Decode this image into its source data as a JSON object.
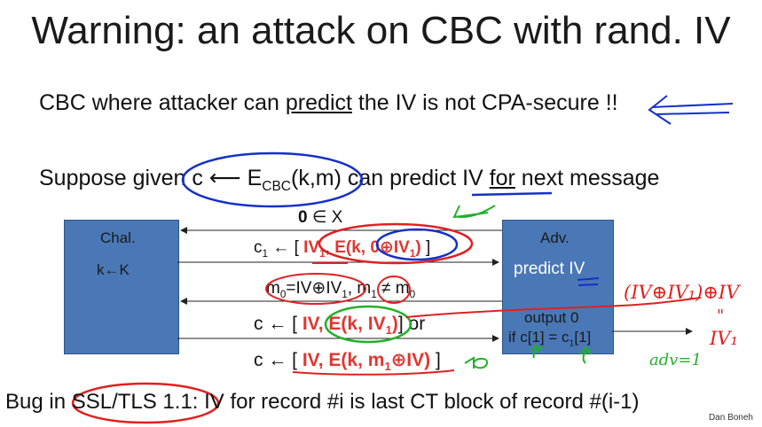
{
  "title": "Warning:   an attack on CBC with rand. IV",
  "line1": {
    "pre": "CBC where attacker can ",
    "underlined": "predict",
    "post": " the IV is not CPA-secure !!"
  },
  "line2": {
    "pre": "Suppose  given  c ⟵ E",
    "sub": "CBC",
    "mid": "(k,m)  can predict IV ",
    "underlined": "for",
    "post": " next message"
  },
  "challenger": {
    "label": "Chal.",
    "key": "k←K"
  },
  "adversary": {
    "label": "Adv.",
    "predict": "predict IV",
    "output": "output 0",
    "condition_pre": "if c[1] = c",
    "condition_sub": "1",
    "condition_post": "[1]"
  },
  "msg1": {
    "bold": "0",
    "rest": " ∈ X"
  },
  "msg2": {
    "pre": "c",
    "sub": "1",
    "mid": " ← [ ",
    "iv": "IV",
    "iv_sub": "1",
    "comma": ", ",
    "enc": "E(k, 0⊕IV",
    "enc_sub": "1",
    "close_red": ")",
    "close": " ]"
  },
  "msg3": {
    "pre": "m",
    "sub0": "0",
    "mid": "=IV⊕IV",
    "sub1": "1",
    "sep": ",  m",
    "sub2": "1",
    "post": " ≠ m",
    "sub3": "0"
  },
  "msg4": {
    "pre": "c ← [ ",
    "iv": "IV,  E(k, IV",
    "iv_sub": "1",
    "close_red": ")",
    "close": "]   or"
  },
  "msg5": {
    "pre": "c ← [ ",
    "red": "IV,  E(k, m",
    "red_sub": "1",
    "red2": "⊕IV)",
    "close": " ]"
  },
  "bottom": "Bug in SSL/TLS 1.1:  IV for record #i is last CT block of record #(i-1)",
  "credit": "Dan Boneh",
  "annotations": {
    "formula": "(IV⊕IV₁)⊕IV",
    "ditto": "\"",
    "result": "IV₁",
    "adv": "adv=1"
  },
  "colors": {
    "box": "#4a78b6",
    "red_text": "#e0362f",
    "pen_red": "#e02020",
    "pen_blue": "#1530c8",
    "pen_green": "#22b02a"
  }
}
